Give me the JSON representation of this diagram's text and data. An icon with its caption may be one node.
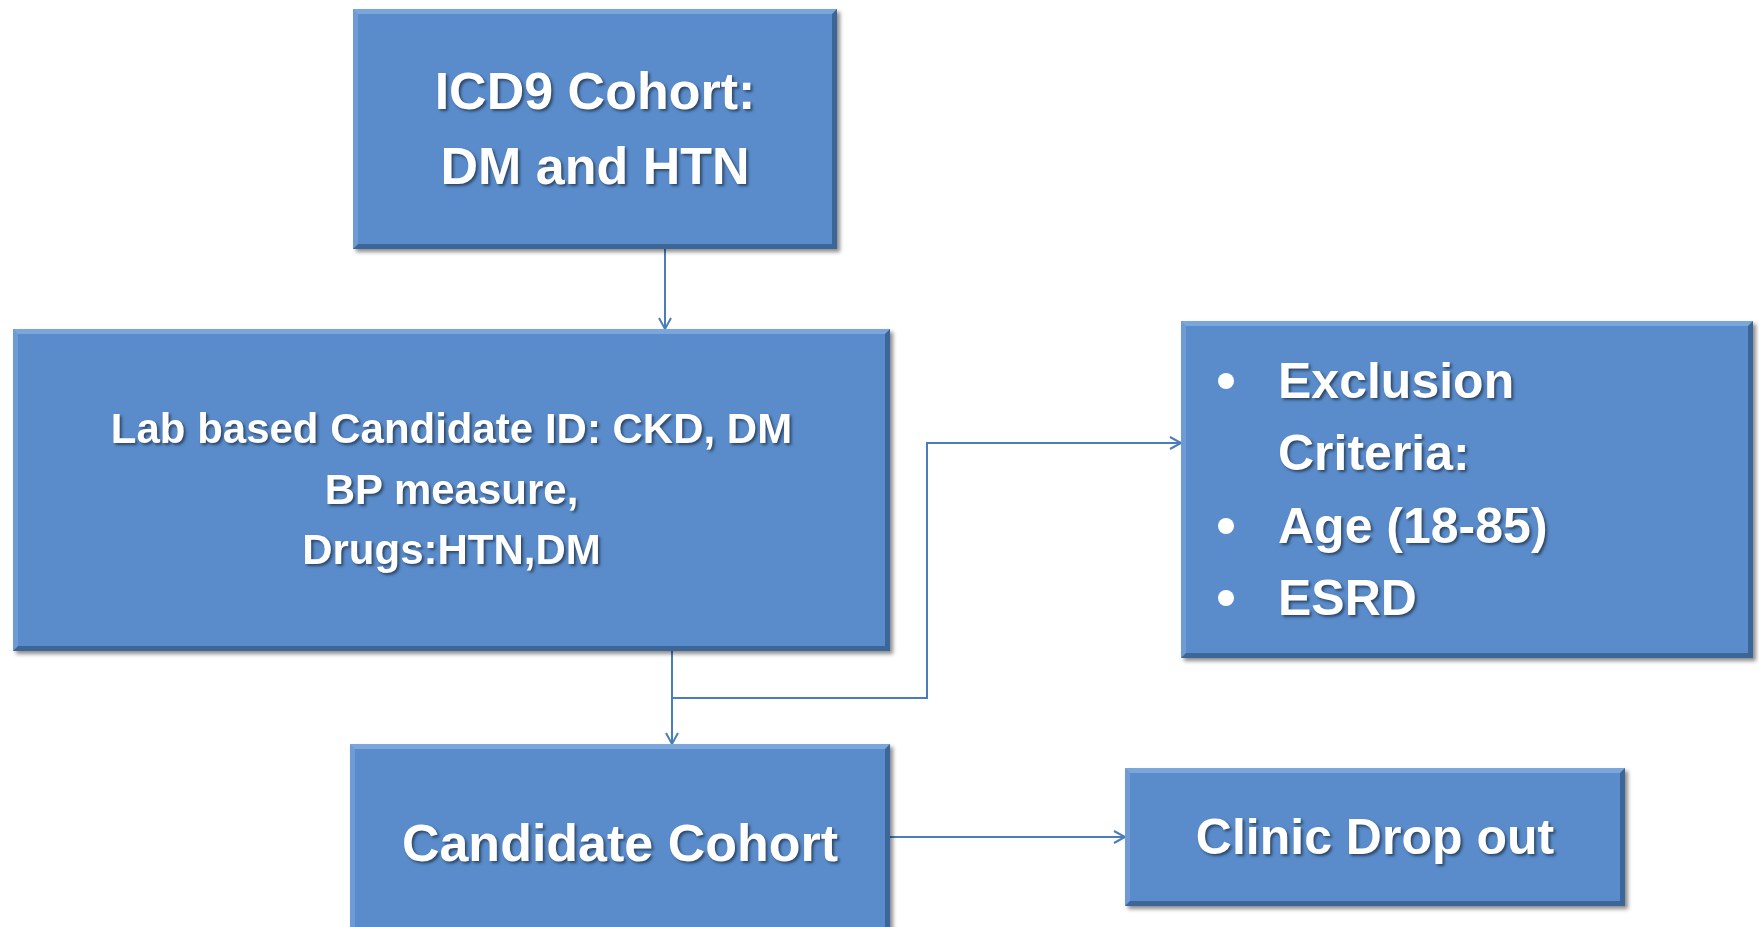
{
  "diagram": {
    "nodes": [
      {
        "text": [
          "ICD9 Cohort: DM and HTN"
        ]
      },
      {
        "text": [
          "Lab based Candidate ID: CKD, DM",
          "BP measure,",
          "Drugs:HTN,DM"
        ]
      },
      {
        "text": [
          "Exclusion Criteria:",
          "Age (18-85)",
          "ESRD"
        ]
      },
      {
        "text": [
          "Candidate Cohort"
        ]
      },
      {
        "text": [
          "Clinic Drop out"
        ]
      }
    ],
    "edges": [
      {
        "from": 0,
        "to": 1,
        "arrow": "to"
      },
      {
        "from": 1,
        "to": 3,
        "arrow": "to"
      },
      {
        "from": 1,
        "to": 2,
        "arrow": "to"
      },
      {
        "from": 3,
        "to": 4,
        "arrow": "to"
      }
    ]
  }
}
